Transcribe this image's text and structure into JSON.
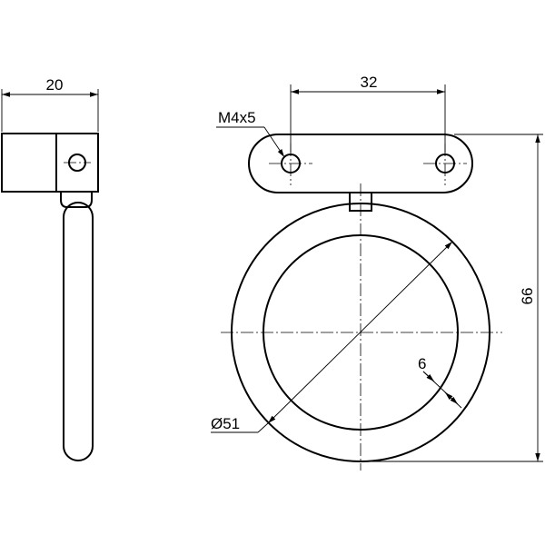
{
  "dimensions": {
    "width_side": "20",
    "hole_spacing": "32",
    "thread": "M4x5",
    "total_height": "66",
    "ring_thickness": "6",
    "ring_diameter": "Ø51"
  }
}
